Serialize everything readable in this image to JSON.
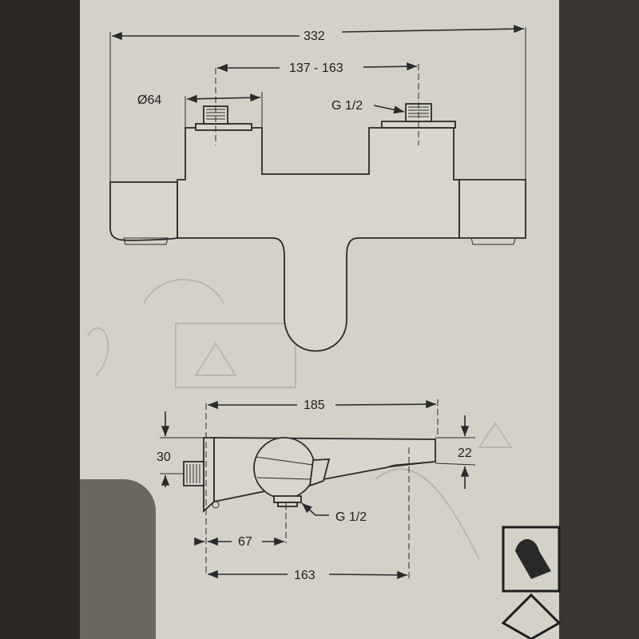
{
  "front_view": {
    "overall_width": "332",
    "inlet_spacing": "137 - 163",
    "diameter": "Ø64",
    "inlet_thread": "G 1/2"
  },
  "side_view": {
    "depth": "185",
    "inlet_offset": "30",
    "outlet_height": "22",
    "outlet_thread": "G 1/2",
    "outlet_distance": "67",
    "spout_distance": "163"
  }
}
